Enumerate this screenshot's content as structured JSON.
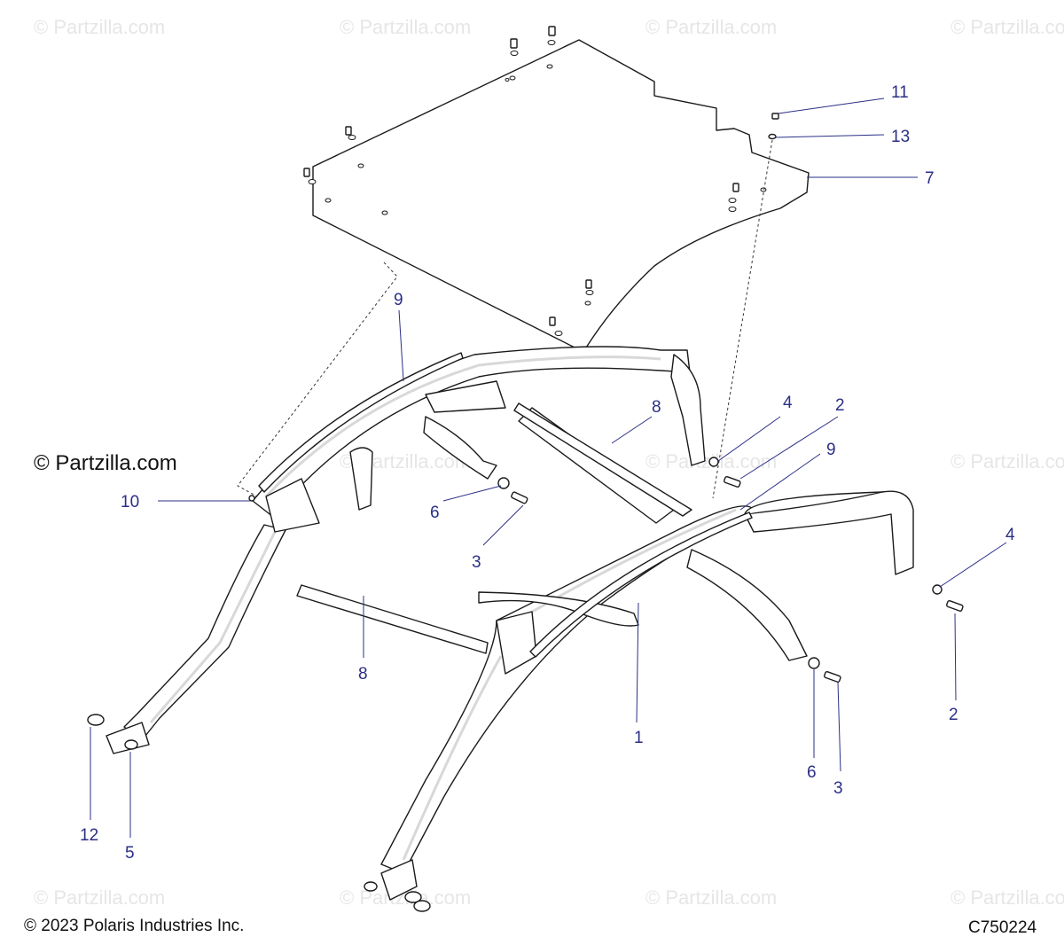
{
  "watermark": "© Partzilla.com",
  "watermark_main": "© Partzilla.com",
  "copyright": "© 2023 Polaris Industries Inc.",
  "diagram_code": "C750224",
  "callouts": {
    "c11": "11",
    "c13": "13",
    "c7": "7",
    "c9_top": "9",
    "c8_top": "8",
    "c4_top": "4",
    "c2_top": "2",
    "c9_right": "9",
    "c10": "10",
    "c6_left": "6",
    "c3_left": "3",
    "c4_right": "4",
    "c8_bottom": "8",
    "c1": "1",
    "c2_right": "2",
    "c6_right": "6",
    "c3_right": "3",
    "c12": "12",
    "c5": "5"
  }
}
